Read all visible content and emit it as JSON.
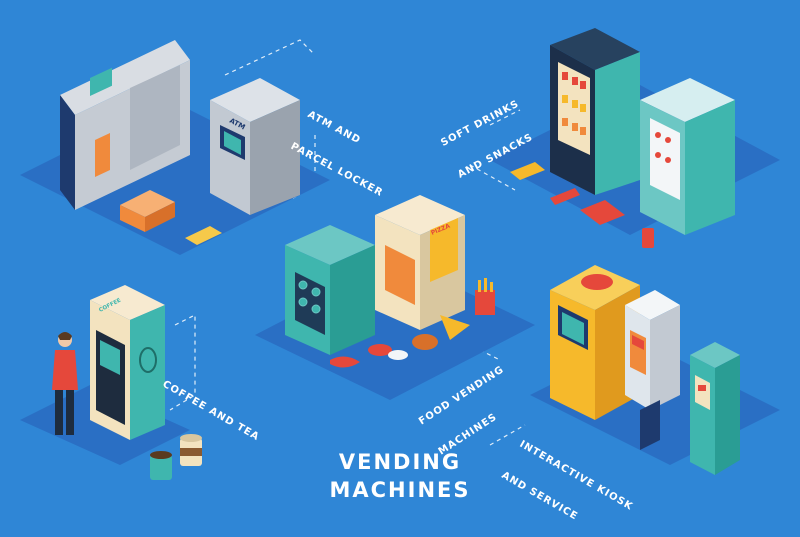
{
  "title": {
    "line1": "VENDING",
    "line2": "MACHINES"
  },
  "sections": {
    "atm": {
      "label_line1": "ATM AND",
      "label_line2": "PARCEL LOCKER",
      "screen_text": "ATM"
    },
    "soft_drinks": {
      "label_line1": "SOFT DRINKS",
      "label_line2": "AND SNACKS"
    },
    "coffee": {
      "label": "COFFEE AND TEA",
      "machine_text": "COFFEE"
    },
    "food": {
      "label_line1": "FOOD VENDING",
      "label_line2": "MACHINES",
      "machine_text": "PIZZA"
    },
    "kiosk": {
      "label_line1": "INTERACTIVE KIOSK",
      "label_line2": "AND SERVICE"
    }
  },
  "colors": {
    "background": "#2f86d6",
    "platform": "#2a6fc4",
    "text": "#ffffff",
    "teal": "#3fb6ae",
    "cream": "#f3e3bf",
    "navy": "#1e3a6e",
    "orange": "#f08a3c",
    "yellow": "#f6b92b",
    "red": "#e5483b"
  }
}
